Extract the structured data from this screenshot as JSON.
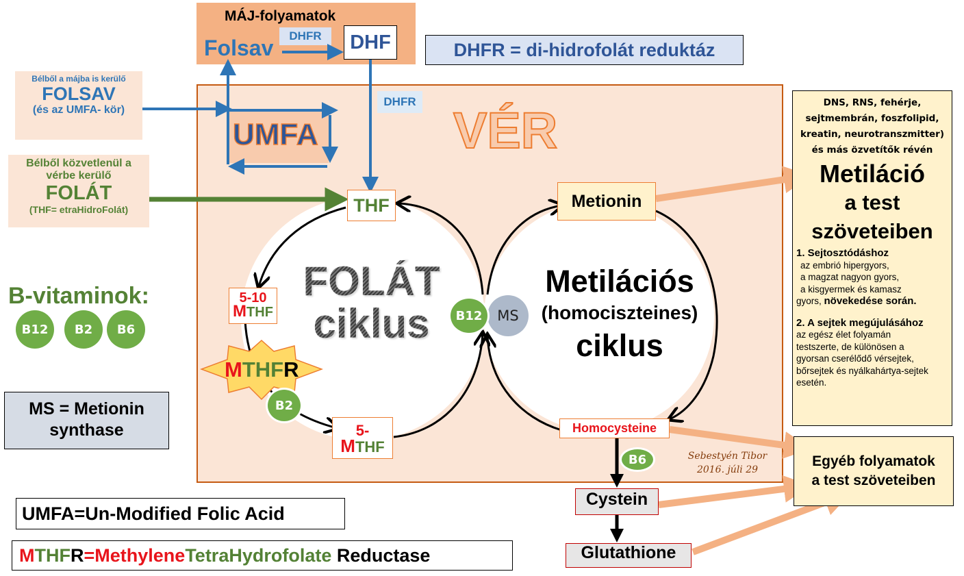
{
  "liver": {
    "title": "MÁJ-folyamatok",
    "folsav": "Folsav",
    "dhfr_label": "DHFR",
    "dhf": "DHF"
  },
  "dhfr_legend": "DHFR = di-hidrofolát reduktáz",
  "blood_label": "VÉR",
  "blood_dhfr_label": "DHFR",
  "umfa_label": "UMFA",
  "intestine_folsav": {
    "line1": "Bélből a májba is kerülő",
    "line2": "FOLSAV",
    "line3": "(és az UMFA- kör)"
  },
  "intestine_folat": {
    "line1": "Bélből közvetlenül a",
    "line2": "vérbe kerülő",
    "line3": "FOLÁT",
    "line4": "(THF= etraHidroFolát)"
  },
  "b_vitamins": {
    "title": "B-vitaminok:",
    "items": [
      "B12",
      "B2",
      "B6"
    ]
  },
  "ms_legend": {
    "line1": "MS = Metionin",
    "line2": "synthase"
  },
  "umfa_legend": "UMFA=Un-Modified Folic Acid",
  "mthfr_legend": {
    "m": "M",
    "thf": "THF",
    "r": "R",
    "eq": "=",
    "methylene": "Methylene",
    "tetrahydrofolate": "TetraHydrofolate",
    "reductase": " Reductase"
  },
  "folate_cycle": {
    "title1": "FOLÁT",
    "title2": "ciklus",
    "thf": "THF",
    "mthf_510": {
      "prefix": "5-10",
      "m": "M",
      "thf": "THF"
    },
    "mthf_5": {
      "prefix": "5-",
      "m": "M",
      "thf": "THF"
    },
    "mthfr_enzyme": {
      "m": "M",
      "thf": "THF",
      "r": "R"
    },
    "b2": "B2"
  },
  "methylation_cycle": {
    "title1": "Metilációs",
    "title2": "(homociszteines)",
    "title3": "ciklus",
    "metionin": "Metionin",
    "homocysteine": "Homocysteine",
    "b12": "B12",
    "ms": "MS",
    "b6": "B6"
  },
  "cystein": "Cystein",
  "glutathione": "Glutathione",
  "signature": {
    "line1": "Sebestyén Tibor",
    "line2": "2016. júli 29"
  },
  "methylation_box": {
    "intro": [
      "DNS, RNS, fehérje,",
      "sejtmembrán, foszfolipid,",
      "kreatin, neurotranszmitter)",
      "és más özvetítők  révén"
    ],
    "title1": "Metiláció",
    "title2": "a test",
    "title3": "szöveteiben",
    "p1_head": "1. Sejtosztódáshoz",
    "p1_lines": [
      "az embrió hipergyors,",
      "a magzat nagyon gyors,",
      "a kisgyermek és kamasz"
    ],
    "p1_tail_plain": "gyors, ",
    "p1_tail_bold": "növekedése során.",
    "p2_head": "2. A sejtek megújulásához",
    "p2_lines": [
      "az egész élet folyamán",
      "testszerte, de különösen a",
      "gyorsan cserélődő vérsejtek,",
      "bőrsejtek és nyálkahártya-sejtek",
      "esetén."
    ]
  },
  "other_box": {
    "line1": "Egyéb folyamatok",
    "line2": "a test szöveteiben"
  },
  "colors": {
    "blood_bg": "#fbe5d6",
    "blood_border": "#c55a11",
    "liver_bg": "#f4b183",
    "blue": "#2e75b6",
    "green": "#538135",
    "vitamin_green": "#70ad47",
    "ms_gray": "#adb9ca",
    "salmon_arrow": "#f4b183",
    "cream": "#fff2cc",
    "red": "#e8141b"
  }
}
